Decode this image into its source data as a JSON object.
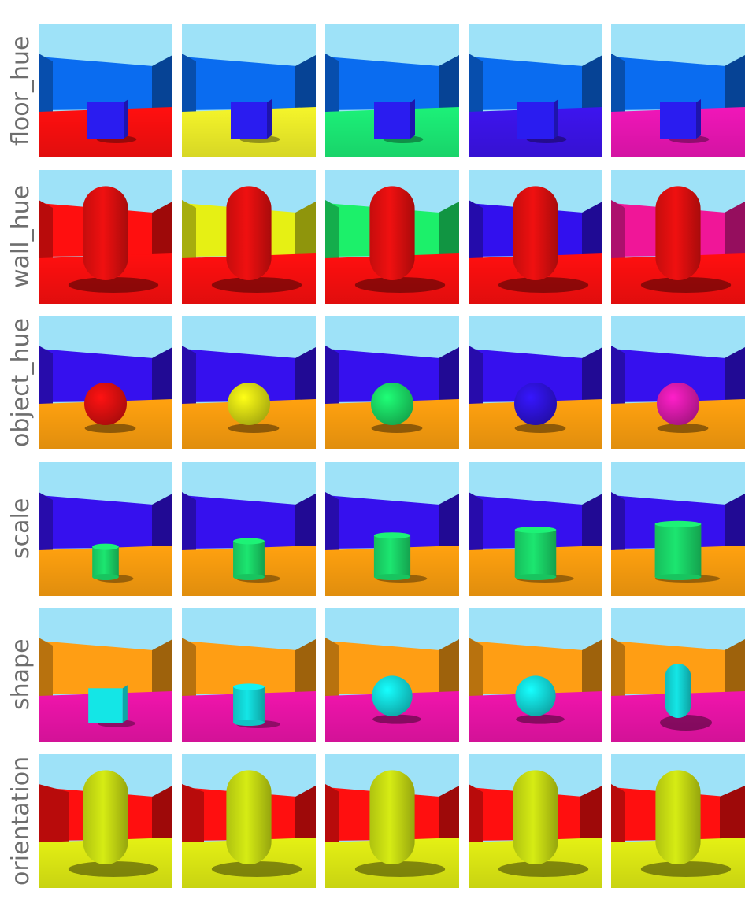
{
  "factors": [
    {
      "label": "floor_hue",
      "tiles": [
        {
          "floor": "#ff0f0f",
          "wall": "#0a6cf0",
          "object": "#2a1cf0",
          "shape": "cube",
          "scale": 1.0,
          "orientation": 0
        },
        {
          "floor": "#f4f42a",
          "wall": "#0a6cf0",
          "object": "#2a1cf0",
          "shape": "cube",
          "scale": 1.0,
          "orientation": 0
        },
        {
          "floor": "#1cf078",
          "wall": "#0a6cf0",
          "object": "#2a1cf0",
          "shape": "cube",
          "scale": 1.0,
          "orientation": 0
        },
        {
          "floor": "#3d14ee",
          "wall": "#0a6cf0",
          "object": "#2a1cf0",
          "shape": "cube",
          "scale": 1.0,
          "orientation": 0
        },
        {
          "floor": "#f016b8",
          "wall": "#0a6cf0",
          "object": "#2a1cf0",
          "shape": "cube",
          "scale": 1.0,
          "orientation": 0
        }
      ]
    },
    {
      "label": "wall_hue",
      "tiles": [
        {
          "floor": "#ff0f0f",
          "wall": "#ff0f0f",
          "object": "#f01010",
          "shape": "capsule",
          "scale": 1.3,
          "orientation": 0
        },
        {
          "floor": "#ff0f0f",
          "wall": "#e6f014",
          "object": "#f01010",
          "shape": "capsule",
          "scale": 1.3,
          "orientation": 0
        },
        {
          "floor": "#ff0f0f",
          "wall": "#1cf06a",
          "object": "#f01010",
          "shape": "capsule",
          "scale": 1.3,
          "orientation": 0
        },
        {
          "floor": "#ff0f0f",
          "wall": "#3210ee",
          "object": "#f01010",
          "shape": "capsule",
          "scale": 1.3,
          "orientation": 0
        },
        {
          "floor": "#ff0f0f",
          "wall": "#f01698",
          "object": "#f01010",
          "shape": "capsule",
          "scale": 1.3,
          "orientation": 0
        }
      ]
    },
    {
      "label": "object_hue",
      "tiles": [
        {
          "floor": "#ffa10f",
          "wall": "#3610ee",
          "object": "#ee1010",
          "shape": "sphere",
          "scale": 1.0,
          "orientation": 0
        },
        {
          "floor": "#ffa10f",
          "wall": "#3610ee",
          "object": "#e8ec14",
          "shape": "sphere",
          "scale": 1.0,
          "orientation": 0
        },
        {
          "floor": "#ffa10f",
          "wall": "#3610ee",
          "object": "#1ce66a",
          "shape": "sphere",
          "scale": 1.0,
          "orientation": 0
        },
        {
          "floor": "#ffa10f",
          "wall": "#3610ee",
          "object": "#3014e8",
          "shape": "sphere",
          "scale": 1.0,
          "orientation": 0
        },
        {
          "floor": "#ffa10f",
          "wall": "#3610ee",
          "object": "#e81cb4",
          "shape": "sphere",
          "scale": 1.0,
          "orientation": 0
        }
      ]
    },
    {
      "label": "scale",
      "tiles": [
        {
          "floor": "#ffa10f",
          "wall": "#3610ee",
          "object": "#1ce670",
          "shape": "cylinder",
          "scale": 0.8,
          "orientation": 0
        },
        {
          "floor": "#ffa10f",
          "wall": "#3610ee",
          "object": "#1ce670",
          "shape": "cylinder",
          "scale": 0.95,
          "orientation": 0
        },
        {
          "floor": "#ffa10f",
          "wall": "#3610ee",
          "object": "#1ce670",
          "shape": "cylinder",
          "scale": 1.1,
          "orientation": 0
        },
        {
          "floor": "#ffa10f",
          "wall": "#3610ee",
          "object": "#1ce670",
          "shape": "cylinder",
          "scale": 1.25,
          "orientation": 0
        },
        {
          "floor": "#ffa10f",
          "wall": "#3610ee",
          "object": "#1ce670",
          "shape": "cylinder",
          "scale": 1.4,
          "orientation": 0
        }
      ]
    },
    {
      "label": "shape",
      "tiles": [
        {
          "floor": "#f014ac",
          "wall": "#ff9e14",
          "object": "#14e6e6",
          "shape": "cube",
          "scale": 0.95,
          "orientation": 0
        },
        {
          "floor": "#f014ac",
          "wall": "#ff9e14",
          "object": "#14e6e6",
          "shape": "cylinder",
          "scale": 0.95,
          "orientation": 0
        },
        {
          "floor": "#f014ac",
          "wall": "#ff9e14",
          "object": "#14e6e6",
          "shape": "sphere",
          "scale": 0.95,
          "orientation": 0
        },
        {
          "floor": "#f014ac",
          "wall": "#ff9e14",
          "object": "#14e6e6",
          "shape": "sphere",
          "scale": 0.95,
          "orientation": 0
        },
        {
          "floor": "#f014ac",
          "wall": "#ff9e14",
          "object": "#14e6e6",
          "shape": "capsule",
          "scale": 0.75,
          "orientation": 0
        }
      ]
    },
    {
      "label": "orientation",
      "tiles": [
        {
          "floor": "#e4f014",
          "wall": "#ff0f0f",
          "object": "#d6ec14",
          "shape": "capsule",
          "scale": 1.3,
          "orientation": -1
        },
        {
          "floor": "#e4f014",
          "wall": "#ff0f0f",
          "object": "#d6ec14",
          "shape": "capsule",
          "scale": 1.3,
          "orientation": -0.5
        },
        {
          "floor": "#e4f014",
          "wall": "#ff0f0f",
          "object": "#d6ec14",
          "shape": "capsule",
          "scale": 1.3,
          "orientation": 0
        },
        {
          "floor": "#e4f014",
          "wall": "#ff0f0f",
          "object": "#d6ec14",
          "shape": "capsule",
          "scale": 1.3,
          "orientation": 0.5
        },
        {
          "floor": "#e4f014",
          "wall": "#ff0f0f",
          "object": "#d6ec14",
          "shape": "capsule",
          "scale": 1.3,
          "orientation": 1
        }
      ]
    }
  ],
  "colors": {
    "sky": "#9ee2f8",
    "label_text": "#6e6e6e",
    "background": "#ffffff"
  }
}
